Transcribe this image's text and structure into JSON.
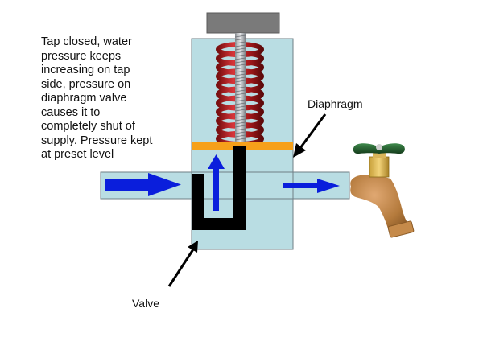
{
  "description_lines": [
    "Tap closed, water",
    "pressure keeps",
    "increasing on tap",
    "side, pressure on",
    "diaphragm valve",
    "causes it to",
    "completely shut of",
    "supply. Pressure kept",
    "at preset level"
  ],
  "labels": {
    "diaphragm": "Diaphragm",
    "valve": "Valve"
  },
  "colors": {
    "body_fill": "#b9dde3",
    "outline": "#6f7f86",
    "diaphragm": "#f6a01a",
    "flow_arrow": "#0a1edc",
    "valve": "#000000",
    "spring": "#b31b1b",
    "adjuster_cap": "#7a7a7a",
    "tap_handle": "#1f5a2a",
    "tap_body": "#b47a3c"
  },
  "components": [
    "adjuster-cap",
    "spring",
    "spindle",
    "diaphragm",
    "valve-body",
    "inlet-pipe",
    "outlet-pipe",
    "valve",
    "tap"
  ],
  "flow": {
    "inlet": "left-to-right",
    "internal": "upward",
    "outlet": "left-to-right"
  }
}
